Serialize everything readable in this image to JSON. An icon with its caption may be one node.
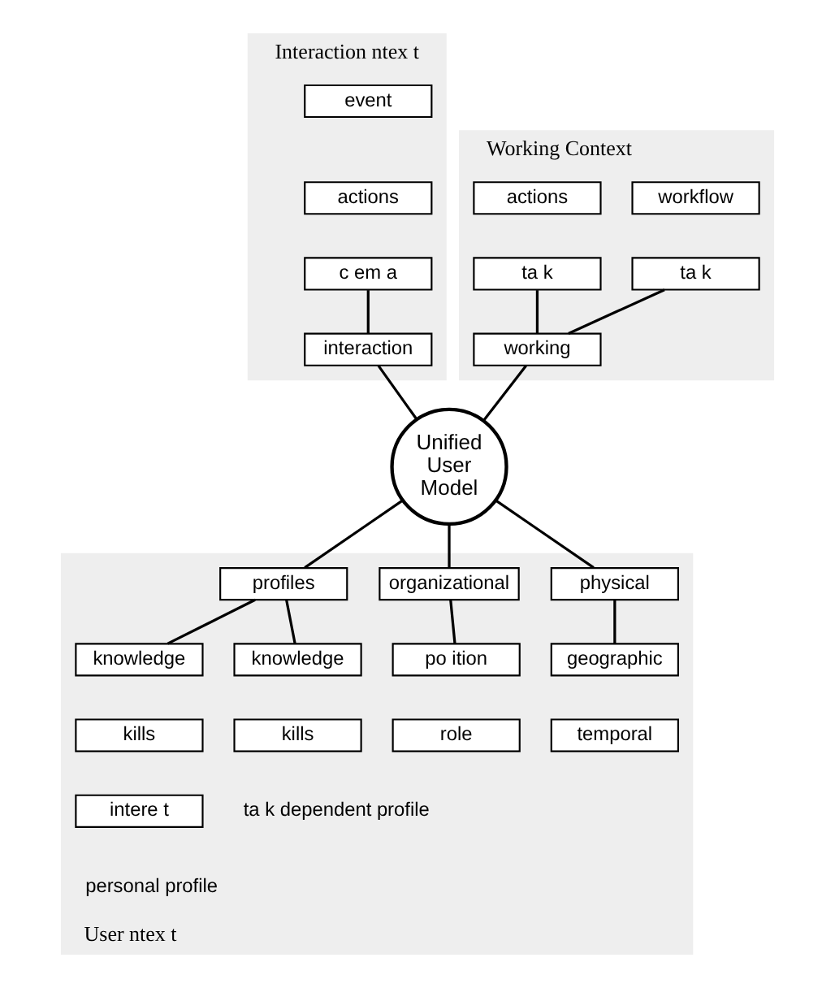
{
  "diagram": {
    "nodes": [
      {
        "text": [
          "Interaction ntex t"
        ]
      },
      {
        "text": [
          "event"
        ],
        "in": 0
      },
      {
        "text": [
          "actions"
        ],
        "in": 0
      },
      {
        "text": [
          "c em a"
        ],
        "in": 0
      },
      {
        "text": [
          "interaction"
        ],
        "in": 0
      },
      {
        "text": [
          "Working Context"
        ]
      },
      {
        "text": [
          "workflow"
        ],
        "in": 5
      },
      {
        "text": [
          "ta k"
        ],
        "in": 5
      },
      {
        "text": [
          "ta k"
        ],
        "in": 5
      },
      {
        "text": [
          "actions"
        ],
        "in": 5
      },
      {
        "text": [
          "working"
        ],
        "in": 5
      },
      {
        "text": [
          "Unified User Model"
        ]
      },
      {
        "text": [
          "User ntex t"
        ]
      },
      {
        "text": [
          "physical"
        ],
        "in": 12
      },
      {
        "text": [
          "organizational"
        ],
        "in": 12
      },
      {
        "text": [
          "profiles"
        ],
        "in": 12
      },
      {
        "text": [
          "geographic"
        ],
        "in": 12
      },
      {
        "text": [
          "temporal"
        ],
        "in": 12
      },
      {
        "text": [
          "po ition"
        ],
        "in": 12
      },
      {
        "text": [
          "role"
        ],
        "in": 12
      },
      {
        "text": [
          "knowledge"
        ],
        "in": 12
      },
      {
        "text": [
          "kills"
        ],
        "in": 12
      },
      {
        "text": [
          "intere t"
        ],
        "in": 12,
        "beside": [
          "personal profile"
        ]
      },
      {
        "text": [
          "knowledge"
        ],
        "in": 12
      },
      {
        "text": [
          "kills"
        ],
        "in": 12,
        "beside": [
          "ta k dependent profile"
        ]
      }
    ],
    "edges": [
      {
        "from": 3,
        "to": 4,
        "arrow": "none"
      },
      {
        "from": 7,
        "to": 10,
        "arrow": "none"
      },
      {
        "from": 8,
        "to": 10,
        "arrow": "none"
      },
      {
        "from": 4,
        "to": 11,
        "arrow": "none"
      },
      {
        "from": 10,
        "to": 11,
        "arrow": "none"
      },
      {
        "from": 11,
        "to": 13,
        "arrow": "none"
      },
      {
        "from": 11,
        "to": 14,
        "arrow": "none"
      },
      {
        "from": 11,
        "to": 15,
        "arrow": "none"
      },
      {
        "from": 13,
        "to": 16,
        "arrow": "none"
      },
      {
        "from": 14,
        "to": 18,
        "arrow": "none"
      },
      {
        "from": 15,
        "to": 20,
        "arrow": "none"
      },
      {
        "from": 15,
        "to": 23,
        "arrow": "none"
      }
    ]
  }
}
